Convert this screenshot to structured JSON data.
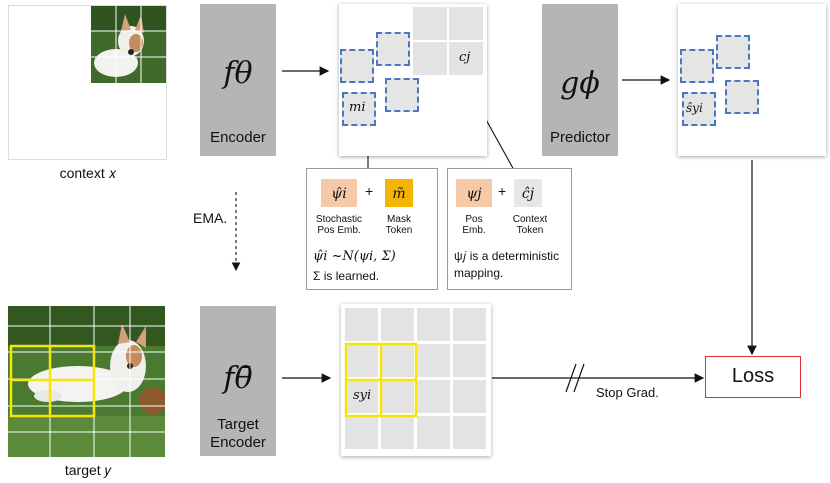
{
  "context_caption": "context 𝑥",
  "target_caption": "target 𝑦",
  "encoder": {
    "fn": "𝑓𝜃",
    "label": "Encoder"
  },
  "predictor": {
    "fn": "𝑔𝜙",
    "label": "Predictor"
  },
  "target_encoder": {
    "fn": "𝑓θ̄",
    "label_line1": "Target",
    "label_line2": "Encoder"
  },
  "ema_label": "EMA.",
  "cj_label": "𝑐𝑗",
  "mi_label": "𝑚𝑖",
  "sy_hat_label": "ŝ𝑦𝑖",
  "sy_label": "𝑠𝑦𝑖",
  "left_box": {
    "psi_hat": "ψ̂𝑖",
    "plus": "+",
    "m_tilde": "m̃",
    "stochastic_line1": "Stochastic",
    "stochastic_line2": "Pos Emb.",
    "mask_line1": "Mask",
    "mask_line2": "Token",
    "formula": "ψ̂𝑖 ~𝑁(ψ𝑖, Σ)",
    "learned": "Σ is learned."
  },
  "right_box": {
    "psi": "ψ𝑗",
    "plus": "+",
    "c_hat": "ĉ𝑗",
    "pos_line1": "Pos",
    "pos_line2": "Emb.",
    "ctx_line1": "Context",
    "ctx_line2": "Token",
    "det_line1": "ψ𝑗 is a deterministic",
    "det_line2": "mapping."
  },
  "stop_grad": "Stop Grad.",
  "loss": "Loss",
  "colors": {
    "encoder_gray": "#b5b5b5",
    "dash_blue": "#4a78c0",
    "yellow": "#f5e60a",
    "pos_emb": "#f6c9a8",
    "mask_token": "#f5b400",
    "loss_red": "#e03030"
  }
}
